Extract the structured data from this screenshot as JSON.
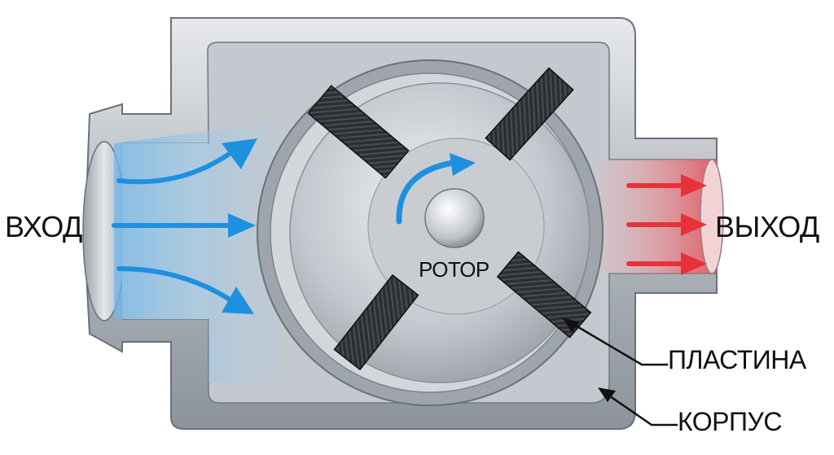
{
  "labels": {
    "inlet": "ВХОД",
    "outlet": "ВЫХОД",
    "rotor": "РОТОР",
    "vane": "ПЛАСТИНА",
    "housing": "КОРПУС"
  },
  "colors": {
    "inlet_flow": "#1e90e0",
    "outlet_flow": "#e8323a",
    "metal": "#b9bfc6",
    "vane": "#2f3236"
  },
  "icons": {
    "flow_arrow": "arrow-right-icon",
    "rotation": "curved-arrow-icon",
    "pointer": "pointer-arrow-icon"
  }
}
